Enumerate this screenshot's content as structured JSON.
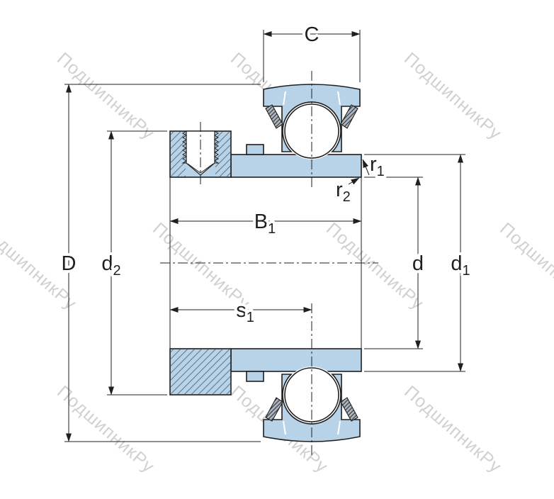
{
  "watermark": {
    "text": "ПодшипникРу"
  },
  "colors": {
    "section_fill": "#b8d2e8",
    "outline": "#1f1f1f",
    "watermark": "#c9c9c9",
    "hatch_line": "#51697d",
    "seal_fill": "#aeb6bf"
  },
  "dimensions": {
    "C": {
      "base": "C"
    },
    "D": {
      "base": "D"
    },
    "d2": {
      "base": "d",
      "sub": "2"
    },
    "B1": {
      "base": "B",
      "sub": "1"
    },
    "s1": {
      "base": "s",
      "sub": "1"
    },
    "d": {
      "base": "d"
    },
    "d1": {
      "base": "d",
      "sub": "1"
    },
    "r1": {
      "base": "r",
      "sub": "1"
    },
    "r2": {
      "base": "r",
      "sub": "2"
    }
  }
}
